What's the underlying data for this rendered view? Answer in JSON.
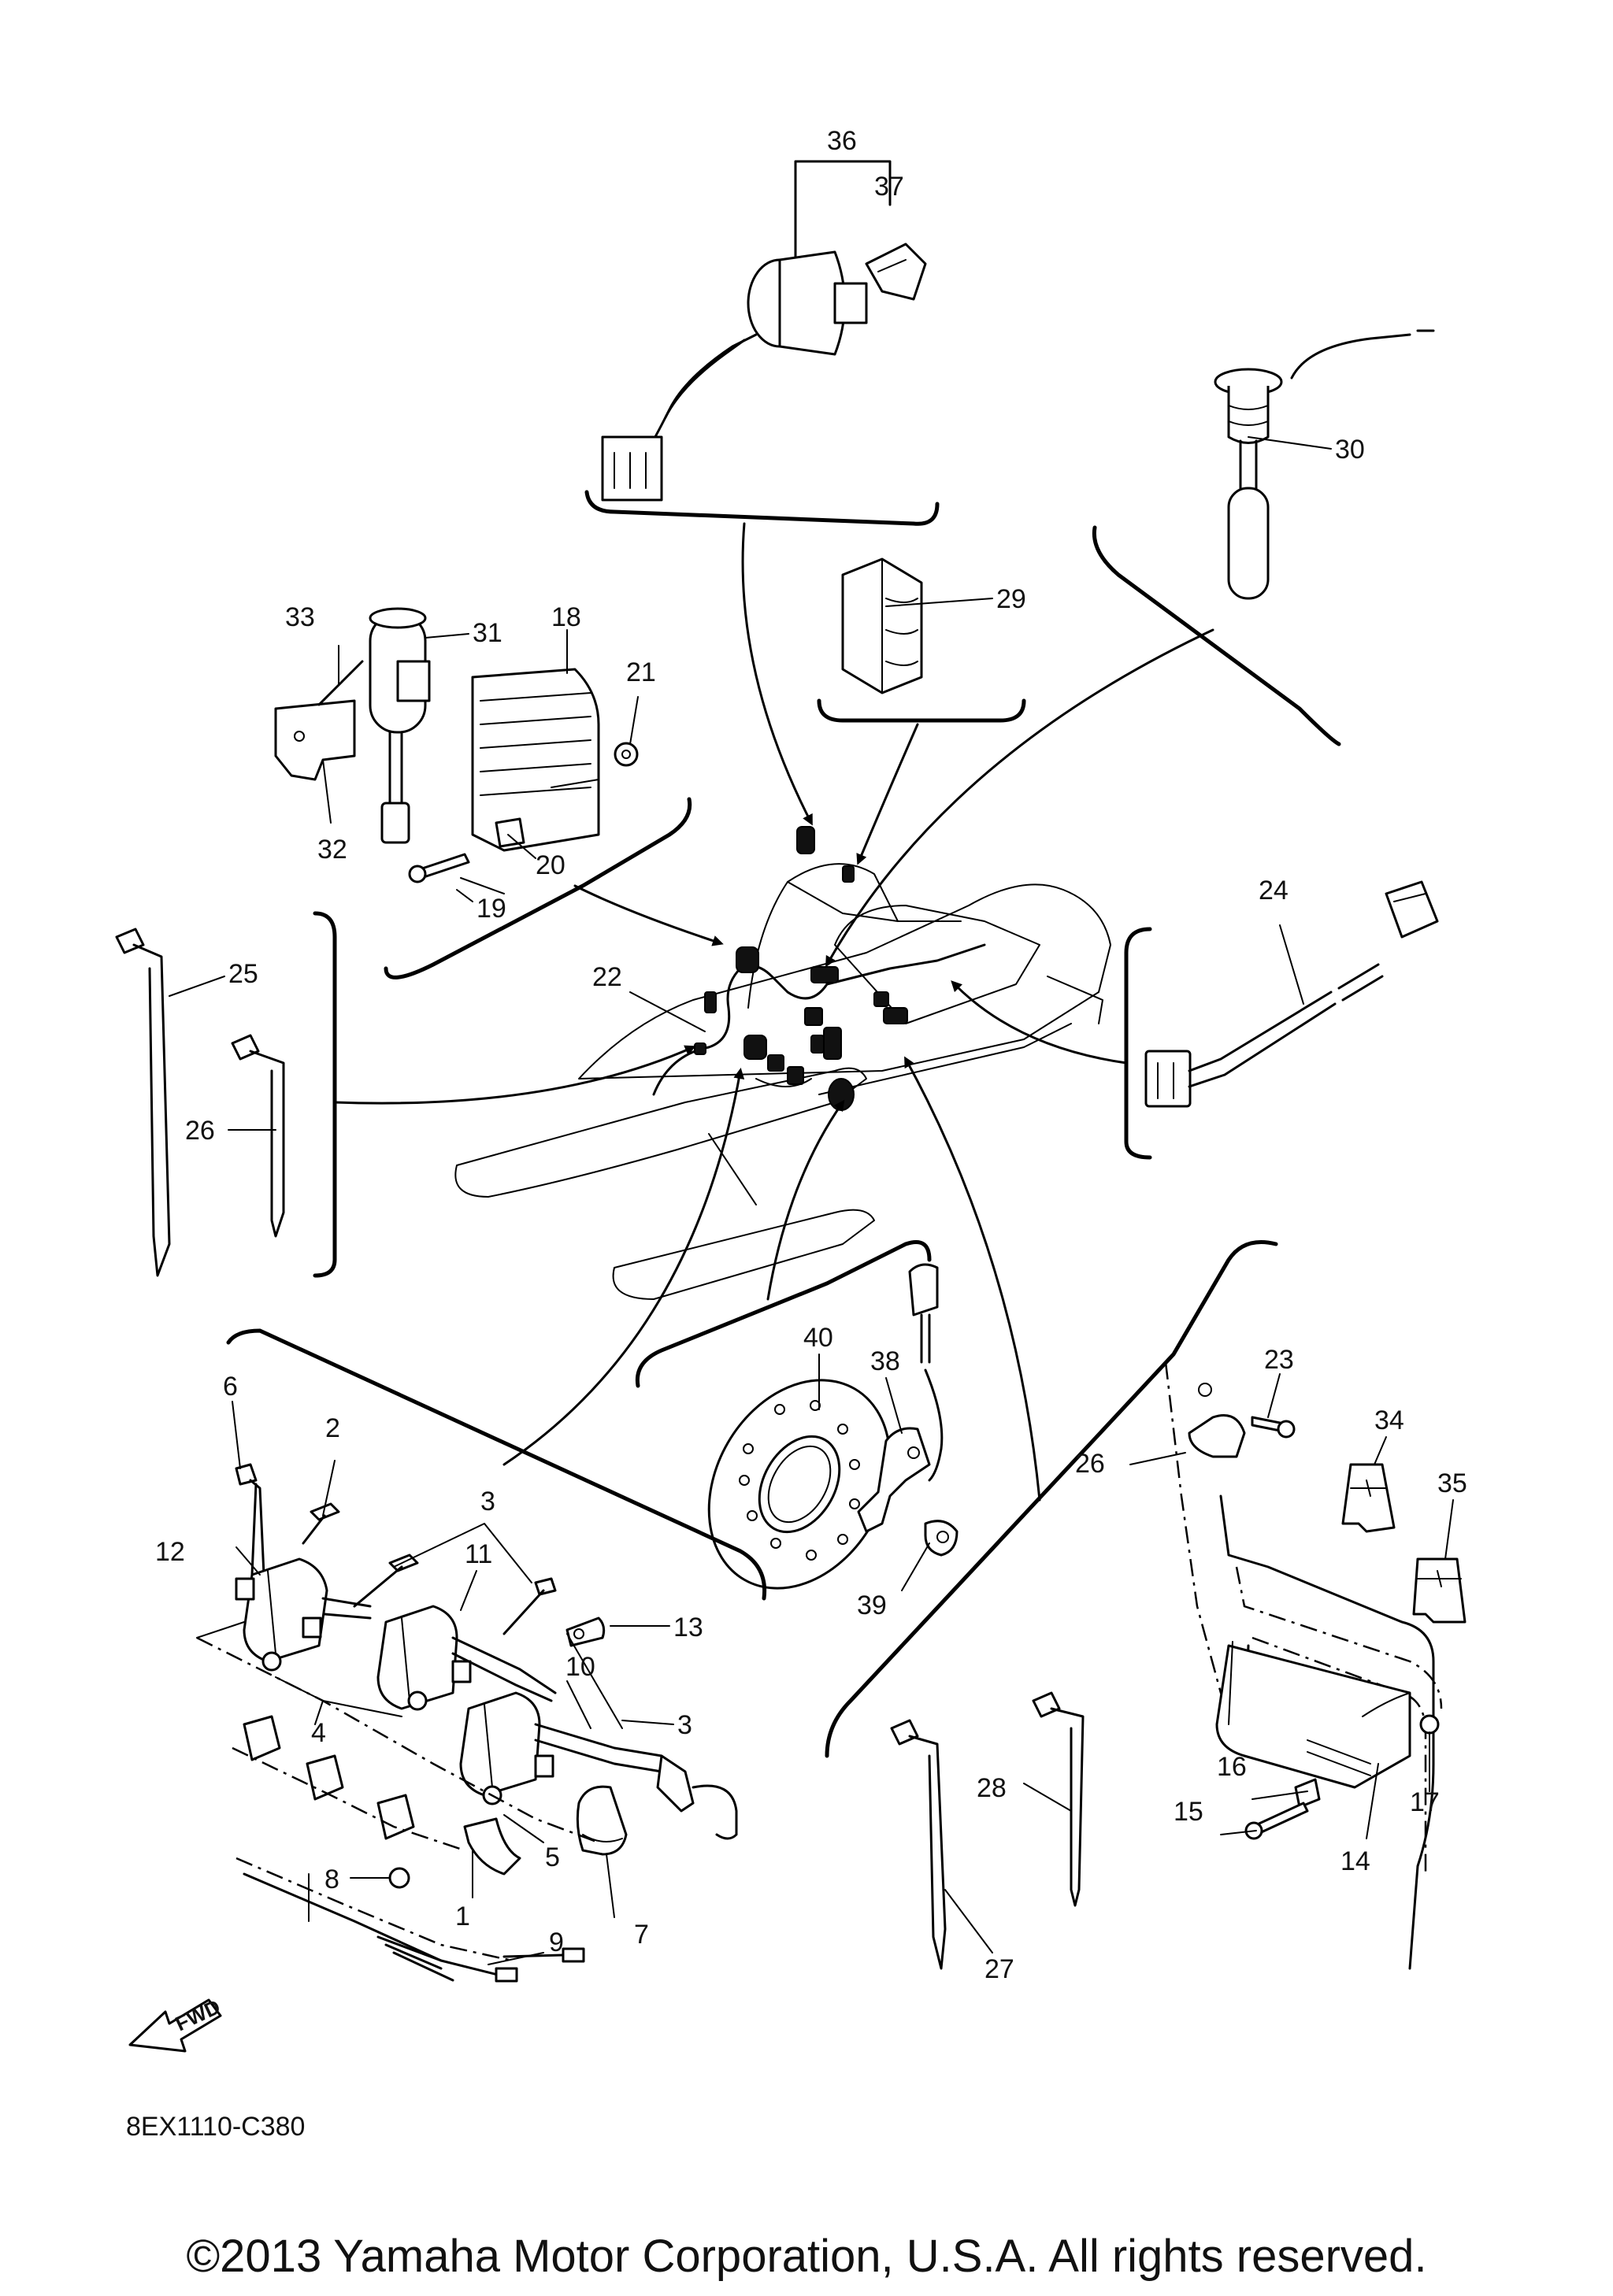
{
  "diagram": {
    "reference_code": "8EX1110-C380",
    "copyright": "©2013 Yamaha Motor Corporation, U.S.A. All rights reserved.",
    "fwd_label": "FWD",
    "callouts": {
      "c1": "1",
      "c2": "2",
      "c3a": "3",
      "c3b": "3",
      "c4": "4",
      "c5": "5",
      "c6": "6",
      "c7": "7",
      "c8": "8",
      "c9": "9",
      "c10": "10",
      "c11": "11",
      "c12": "12",
      "c13": "13",
      "c14": "14",
      "c15": "15",
      "c16": "16",
      "c17": "17",
      "c18": "18",
      "c19": "19",
      "c20": "20",
      "c21": "21",
      "c22": "22",
      "c23": "23",
      "c24": "24",
      "c25": "25",
      "c26a": "26",
      "c26b": "26",
      "c27": "27",
      "c28": "28",
      "c29": "29",
      "c30": "30",
      "c31": "31",
      "c32": "32",
      "c33": "33",
      "c34": "34",
      "c35": "35",
      "c36": "36",
      "c37": "37",
      "c38": "38",
      "c39": "39",
      "c40": "40"
    }
  }
}
